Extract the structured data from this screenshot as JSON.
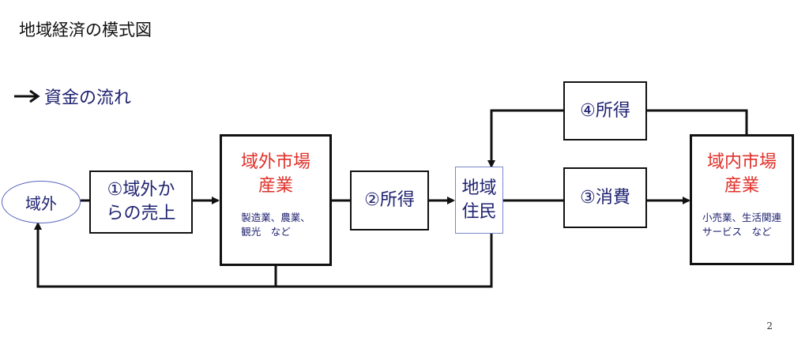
{
  "title": "地域経済の模式図",
  "legend": {
    "label": "資金の流れ"
  },
  "nodes": {
    "outside": "域外",
    "sales": [
      "①域外か",
      "らの売上"
    ],
    "external_market": {
      "title": [
        "域外市場",
        "産業"
      ],
      "examples": [
        "製造業、農業、",
        "観光　など"
      ]
    },
    "income2": "②所得",
    "residents": [
      "地域",
      "住民"
    ],
    "consumption": "③消費",
    "income4": "④所得",
    "internal_market": {
      "title": [
        "域内市場",
        "産業"
      ],
      "examples": [
        "小売業、生活関連",
        "サービス　など"
      ]
    }
  },
  "page_number": "2",
  "colors": {
    "text": "#1f2270",
    "accent_red": "#e0302a",
    "line": "#111111",
    "ellipse_border": "#5a66c0"
  }
}
